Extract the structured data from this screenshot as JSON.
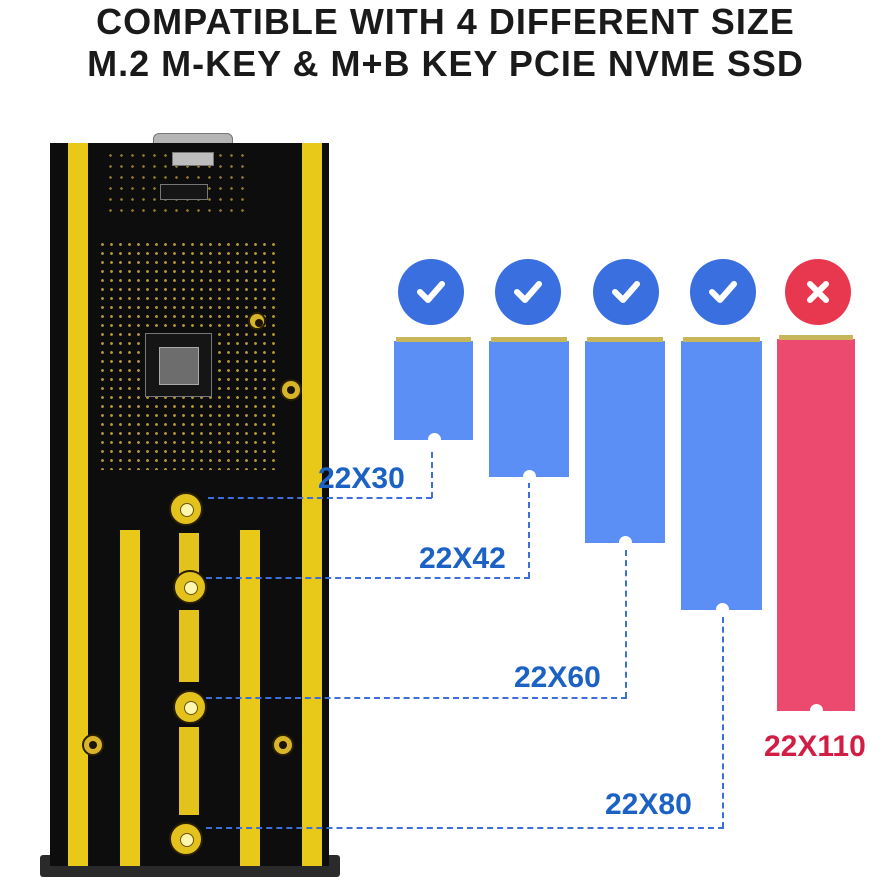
{
  "title": {
    "line1": "COMPATIBLE WITH 4 DIFFERENT SIZE",
    "line2": "M.2 M-KEY & M+B KEY PCIE NVME SSD"
  },
  "sizes": [
    {
      "label": "22X30",
      "compatible": true
    },
    {
      "label": "22X42",
      "compatible": true
    },
    {
      "label": "22X60",
      "compatible": true
    },
    {
      "label": "22X80",
      "compatible": true
    },
    {
      "label": "22X110",
      "compatible": false
    }
  ],
  "colors": {
    "compatible_card": "#5b8ff5",
    "compatible_badge": "#3a6fe0",
    "incompatible_card": "#ec4a6f",
    "incompatible_badge": "#e8384f",
    "label_blue": "#1c62c4",
    "label_red": "#d21e44",
    "pcb": "#0d0d0d",
    "rail_gold": "#e8c91a"
  },
  "icons": {
    "compatible": "check-icon",
    "incompatible": "x-icon"
  }
}
